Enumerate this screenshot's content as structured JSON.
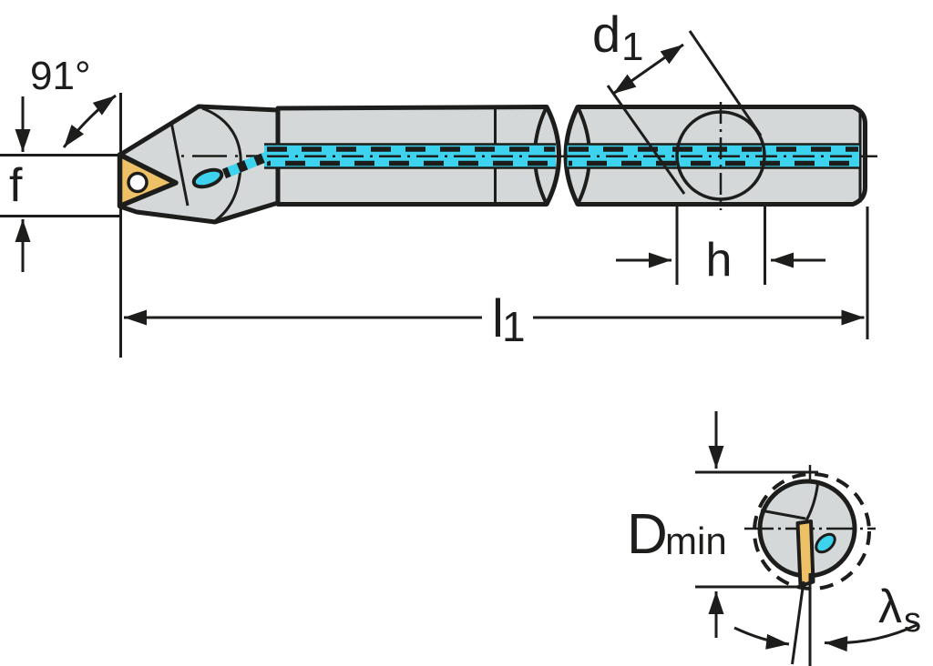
{
  "figure": {
    "kind": "technical-line-drawing",
    "subject": "Boring bar with triangular indexable insert and internal coolant channel; side view with break lines and minimum-bore end view",
    "dimensions": {
      "approach_angle": "91°",
      "edge_offset": "f",
      "coolant_bore_main": "d",
      "coolant_bore_sub": "1",
      "clamp_width": "h",
      "overall_length_main": "l",
      "overall_length_sub": "1",
      "min_bore_main": "D",
      "min_bore_sub": "min",
      "inclination_main": "λ",
      "inclination_sub": "s"
    },
    "colors": {
      "line": "#1d1d1b",
      "body": "#d4d8d9",
      "coolant": "#3dd3ee",
      "insert": "#eec167",
      "background": "#ffffff"
    }
  }
}
